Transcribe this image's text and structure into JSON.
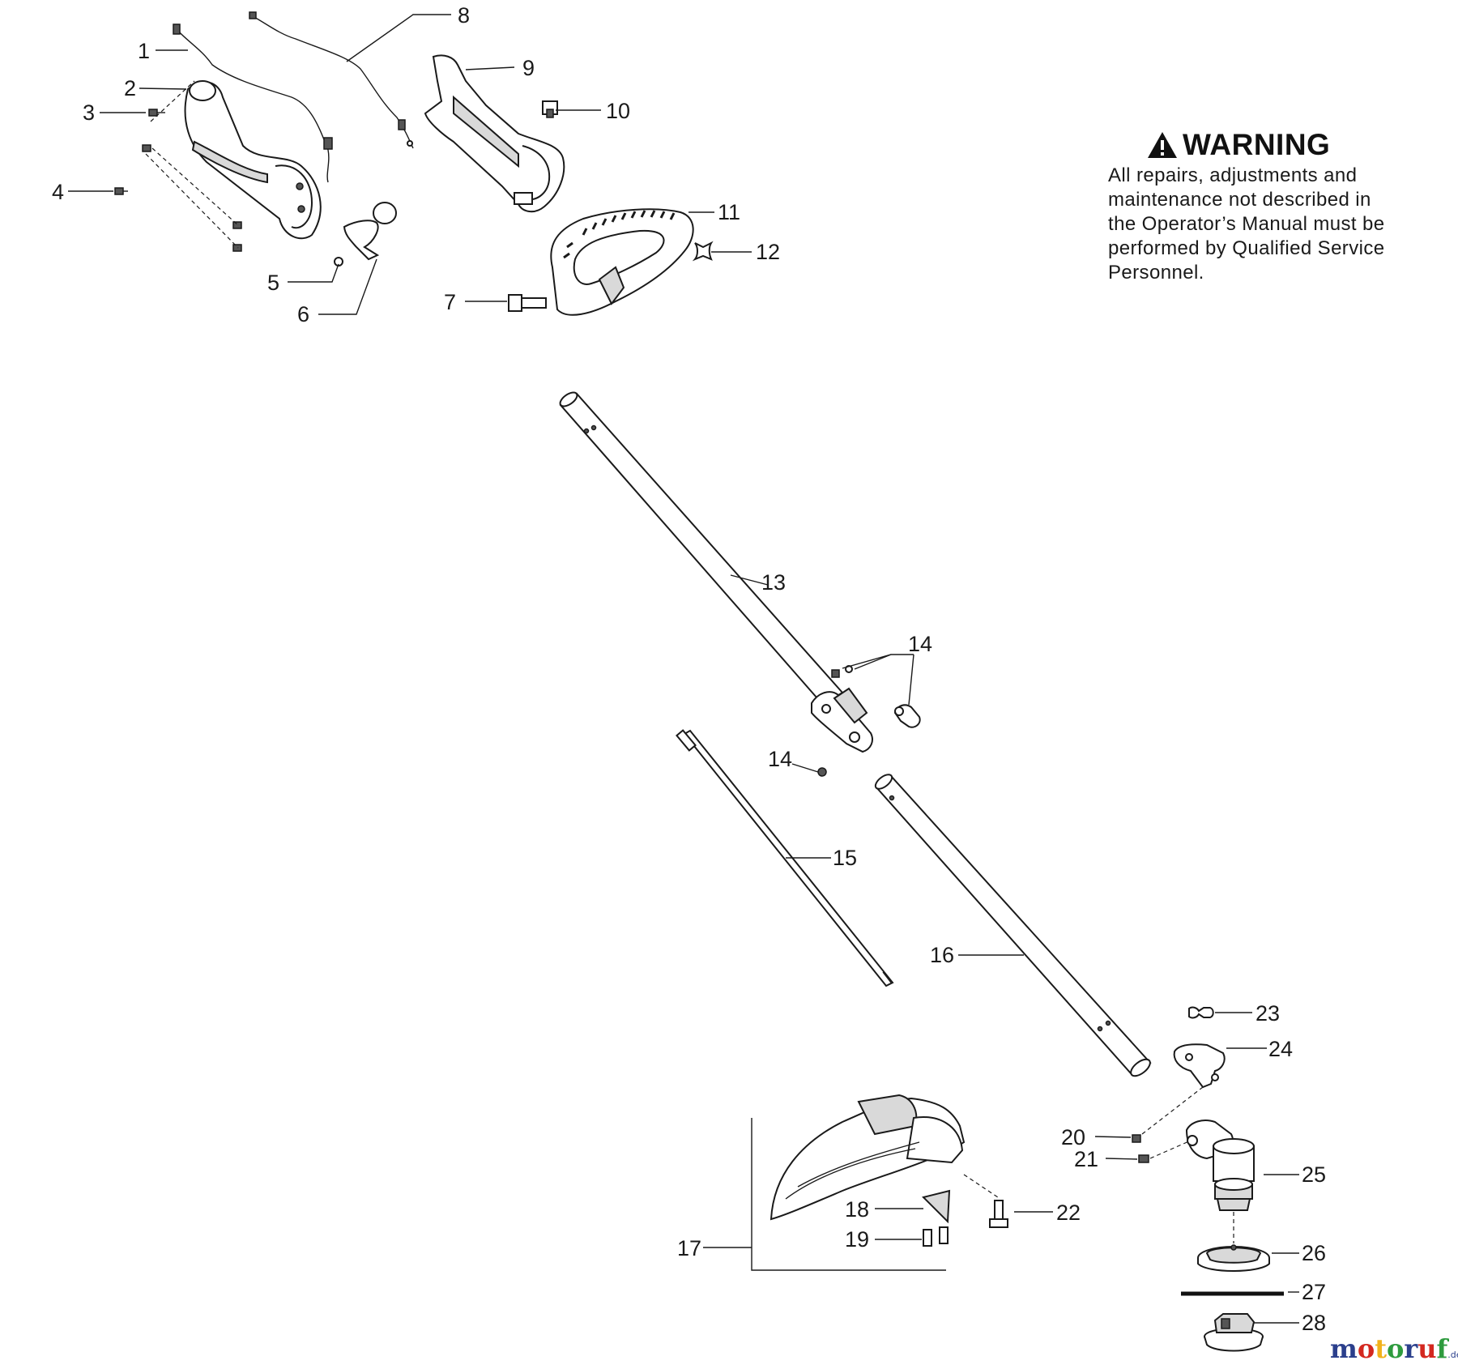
{
  "warning": {
    "title": "WARNING",
    "lines": [
      "All repairs, adjustments and",
      "maintenance not described in",
      "the Operator’s Manual must be",
      "performed by Qualified Service",
      "Personnel."
    ]
  },
  "callouts": {
    "c1": "1",
    "c2": "2",
    "c3": "3",
    "c4": "4",
    "c5": "5",
    "c6": "6",
    "c7": "7",
    "c8": "8",
    "c9": "9",
    "c10": "10",
    "c11": "11",
    "c12": "12",
    "c13": "13",
    "c14a": "14",
    "c14b": "14",
    "c15": "15",
    "c16": "16",
    "c17": "17",
    "c18": "18",
    "c19": "19",
    "c20": "20",
    "c21": "21",
    "c22": "22",
    "c23": "23",
    "c24": "24",
    "c25": "25",
    "c26": "26",
    "c27": "27",
    "c28": "28"
  },
  "brand": {
    "letters": [
      "m",
      "o",
      "t",
      "o",
      "r",
      "u",
      "f"
    ],
    "suffix": ".de",
    "colors": [
      "#2b3f8c",
      "#d4281f",
      "#f2b21b",
      "#2e9b3e",
      "#2b3f8c",
      "#d4281f",
      "#2e9b3e"
    ]
  }
}
